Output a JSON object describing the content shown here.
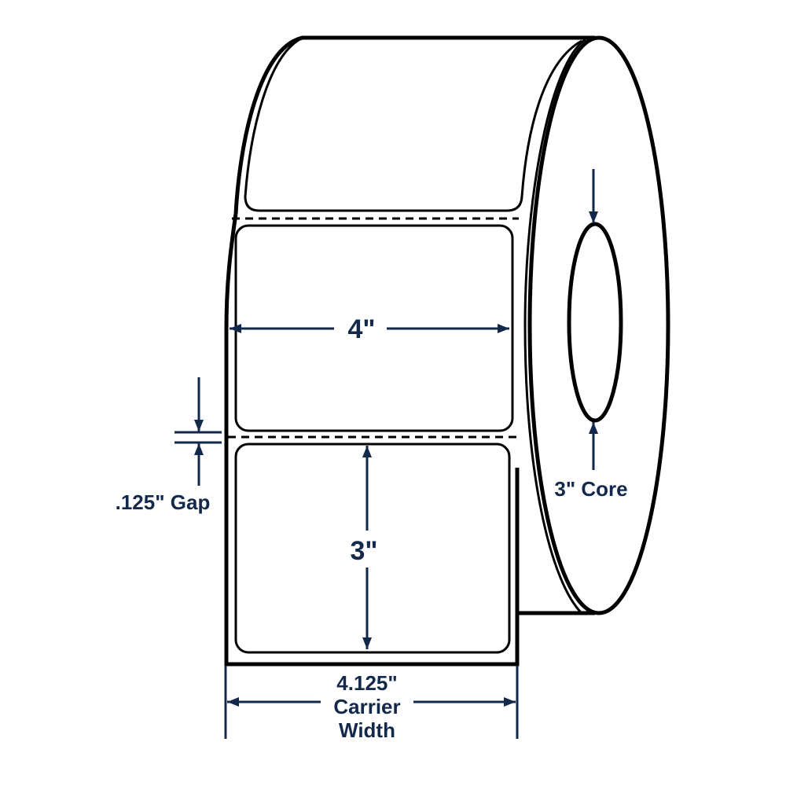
{
  "dimensions": {
    "label_width": "4\"",
    "label_height": "3\"",
    "gap": ".125\" Gap",
    "core": "3\" Core",
    "carrier_value": "4.125\"",
    "carrier_line1": "Carrier",
    "carrier_line2": "Width"
  },
  "colors": {
    "dimension": "#13294b",
    "outline": "#000000"
  }
}
